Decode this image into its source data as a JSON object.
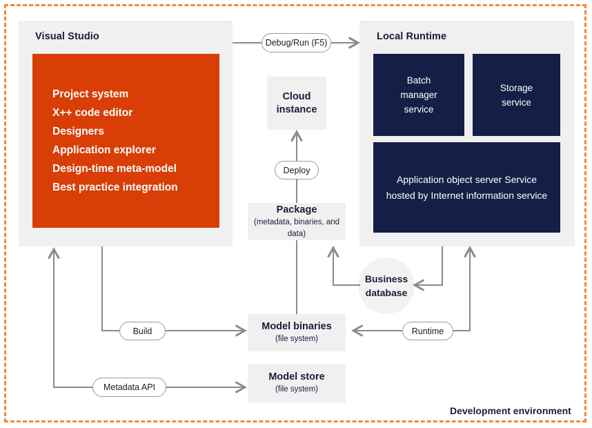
{
  "diagram": {
    "caption": "Development environment",
    "colors": {
      "frame": "#f2883e",
      "panel": "#f0f0f0",
      "orange": "#d93e06",
      "navy": "#131f46",
      "connector": "#8a8a8a",
      "text_dark": "#1b1b3a"
    }
  },
  "panels": {
    "visual_studio": {
      "title": "Visual Studio"
    },
    "local_runtime": {
      "title": "Local Runtime"
    }
  },
  "visual_studio_features": {
    "line1": "Project system",
    "line2": "X++ code editor",
    "line3": "Designers",
    "line4": "Application explorer",
    "line5": "Design-time meta-model",
    "line6": "Best practice integration"
  },
  "runtime_services": {
    "batch_manager": {
      "line1": "Batch",
      "line2": "manager",
      "line3": "service"
    },
    "storage": {
      "line1": "Storage",
      "line2": "service"
    },
    "aos": {
      "line1": "Application object server Service",
      "line2": "hosted by Internet information service"
    }
  },
  "nodes": {
    "cloud_instance": {
      "line1": "Cloud",
      "line2": "instance"
    },
    "package": {
      "title": "Package",
      "subtitle": "(metadata, binaries, and data)"
    },
    "business_database": {
      "line1": "Business",
      "line2": "database"
    },
    "model_binaries": {
      "title": "Model binaries",
      "subtitle": "(file system)"
    },
    "model_store": {
      "title": "Model store",
      "subtitle": "(file system)"
    }
  },
  "connectors": {
    "debug_run": "Debug/Run (F5)",
    "deploy": "Deploy",
    "build": "Build",
    "metadata_api": "Metadata API",
    "runtime": "Runtime"
  }
}
